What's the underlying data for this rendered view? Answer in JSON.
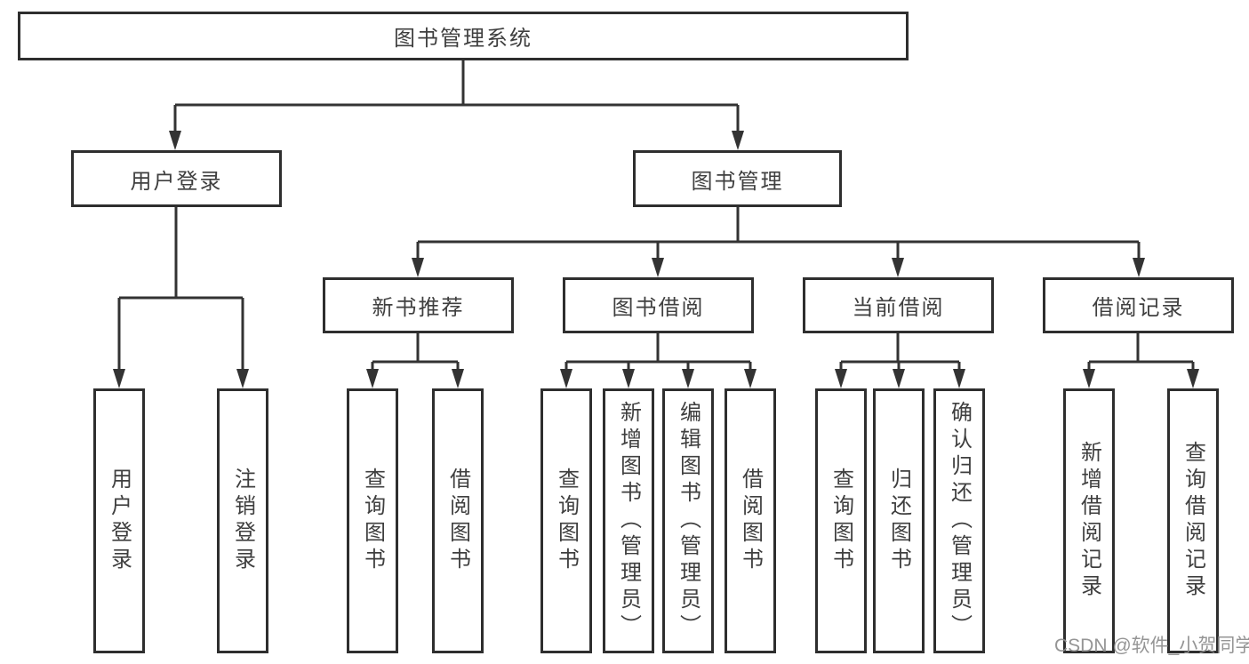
{
  "tree": {
    "label": "图书管理系统",
    "children": [
      {
        "label": "用户登录",
        "children": [
          {
            "label": "用户登录"
          },
          {
            "label": "注销登录"
          }
        ]
      },
      {
        "label": "图书管理",
        "children": [
          {
            "label": "新书推荐",
            "children": [
              {
                "label": "查询图书"
              },
              {
                "label": "借阅图书"
              }
            ]
          },
          {
            "label": "图书借阅",
            "children": [
              {
                "label": "查询图书"
              },
              {
                "label": "新增图书（管理员）"
              },
              {
                "label": "编辑图书（管理员）"
              },
              {
                "label": "借阅图书"
              }
            ]
          },
          {
            "label": "当前借阅",
            "children": [
              {
                "label": "查询图书"
              },
              {
                "label": "归还图书"
              },
              {
                "label": "确认归还（管理员）"
              }
            ]
          },
          {
            "label": "借阅记录",
            "children": [
              {
                "label": "新增借阅记录"
              },
              {
                "label": "查询借阅记录"
              }
            ]
          }
        ]
      }
    ]
  },
  "watermark": {
    "text": "CSDN @软件_小贺同学"
  },
  "colors": {
    "line": "#333333",
    "box_border": "#2e2e2e",
    "text": "#3f3f3f",
    "watermark": "#8c8c8c",
    "background": "#ffffff"
  }
}
